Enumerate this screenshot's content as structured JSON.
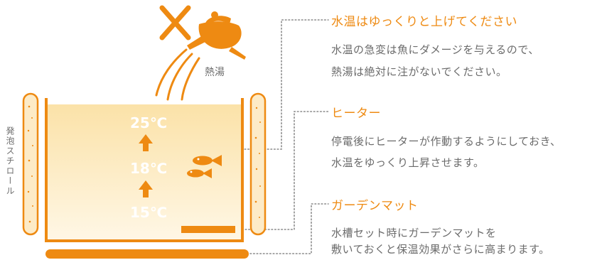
{
  "colors": {
    "accent": "#ee8a12",
    "water_top": "#fbe2a8",
    "water_bottom": "#fff6e3",
    "styrofoam": "#fdebc7",
    "text": "#6b6b6b",
    "dots": "#cfcfcf"
  },
  "icons": {
    "prohibited": "cross-mark-icon",
    "kettle": "kettle-icon",
    "temperature_up": "up-arrow-icon",
    "fish": "fish-icon"
  },
  "illustration": {
    "hot_water_label": "熱湯",
    "styrofoam_label": "発泡スチロール",
    "temperatures": [
      "25℃",
      "18℃",
      "15℃"
    ]
  },
  "callouts": [
    {
      "heading": "水温はゆっくりと上げてください",
      "lines": [
        "水温の急変は魚にダメージを与えるので、",
        "熱湯は絶対に注がないでください。"
      ]
    },
    {
      "heading": "ヒーター",
      "lines": [
        "停電後にヒーターが作動するようにしておき、",
        "水温をゆっくり上昇させます。"
      ]
    },
    {
      "heading": "ガーデンマット",
      "lines": [
        "水槽セット時にガーデンマットを",
        "敷いておくと保温効果がさらに高まります。"
      ]
    }
  ]
}
